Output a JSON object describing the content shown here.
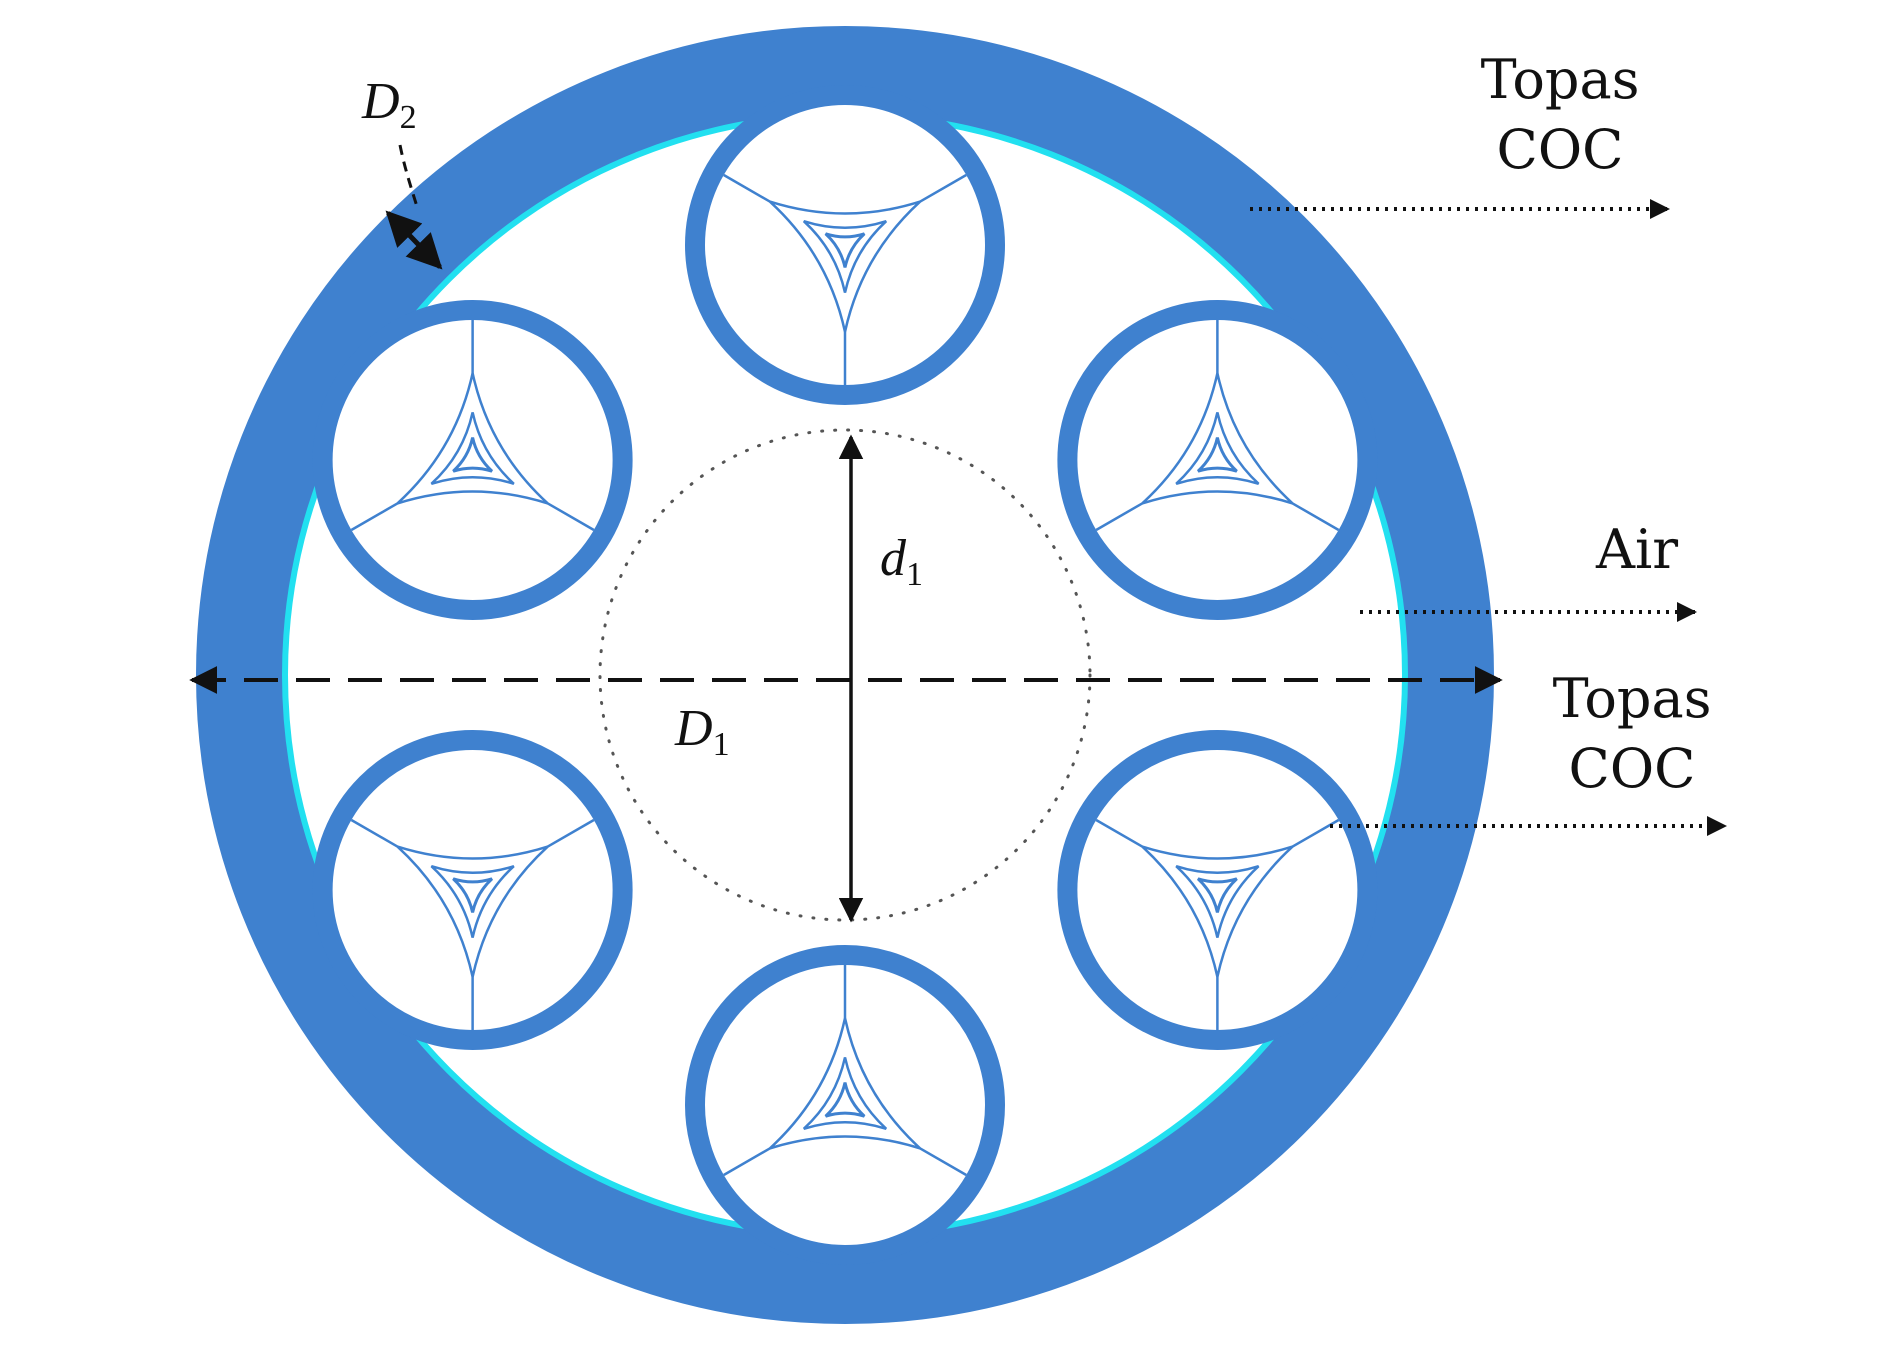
{
  "labels": {
    "topas_top": [
      "Topas",
      "COC"
    ],
    "air": "Air",
    "topas_bottom": [
      "Topas",
      "COC"
    ],
    "d1": {
      "base": "d",
      "sub": "1"
    },
    "D1": {
      "base": "D",
      "sub": "1"
    },
    "D2": {
      "base": "D",
      "sub": "2"
    }
  },
  "colors": {
    "material": "#3f81cf",
    "air": "#ffffff",
    "rim_highlight": "#22e0f0",
    "arrow": "#111111",
    "dotted_circle": "#555555"
  },
  "structure": {
    "capillary_count": 6,
    "nested_triangle_levels": 3
  }
}
